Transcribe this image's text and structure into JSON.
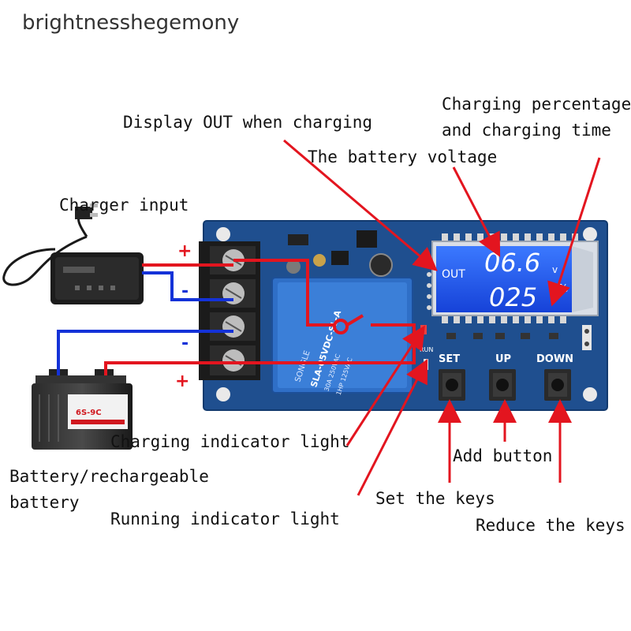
{
  "watermark": "brightnesshegemony",
  "labels": {
    "display_out": "Display OUT when charging",
    "charging_pct_line1": "Charging percentage",
    "charging_pct_line2": "and charging time",
    "battery_voltage": "The battery voltage",
    "charger_input": "Charger input",
    "charging_indicator": "Charging indicator light",
    "battery_line1": "Battery/rechargeable",
    "battery_line2": "battery",
    "running_indicator": "Running indicator light",
    "add_button": "Add button",
    "set_keys": "Set the keys",
    "reduce_keys": "Reduce the keys"
  },
  "lcd": {
    "out": "OUT",
    "top_value": "06.6",
    "top_unit": "v",
    "bottom_value": "025",
    "bottom_unit": "%"
  },
  "board": {
    "set": "SET",
    "up": "UP",
    "down": "DOWN",
    "run": "RUN",
    "relay_brand": "SONGLE",
    "relay_model": "SLA-05VDC-SL-A",
    "relay_rating1": "30A 250VAC",
    "relay_rating2": "1HP 125VAC",
    "plus_top": "+",
    "minus_1": "-",
    "minus_2": "-",
    "plus_bottom": "+"
  },
  "battery_label": "6S-9C",
  "colors": {
    "board_blue": "#1f4f8f",
    "lcd_blue": "#1e5bff",
    "arrow_red": "#e3151f",
    "wire_blue": "#1432d8",
    "relay_blue": "#2f6fc7"
  }
}
